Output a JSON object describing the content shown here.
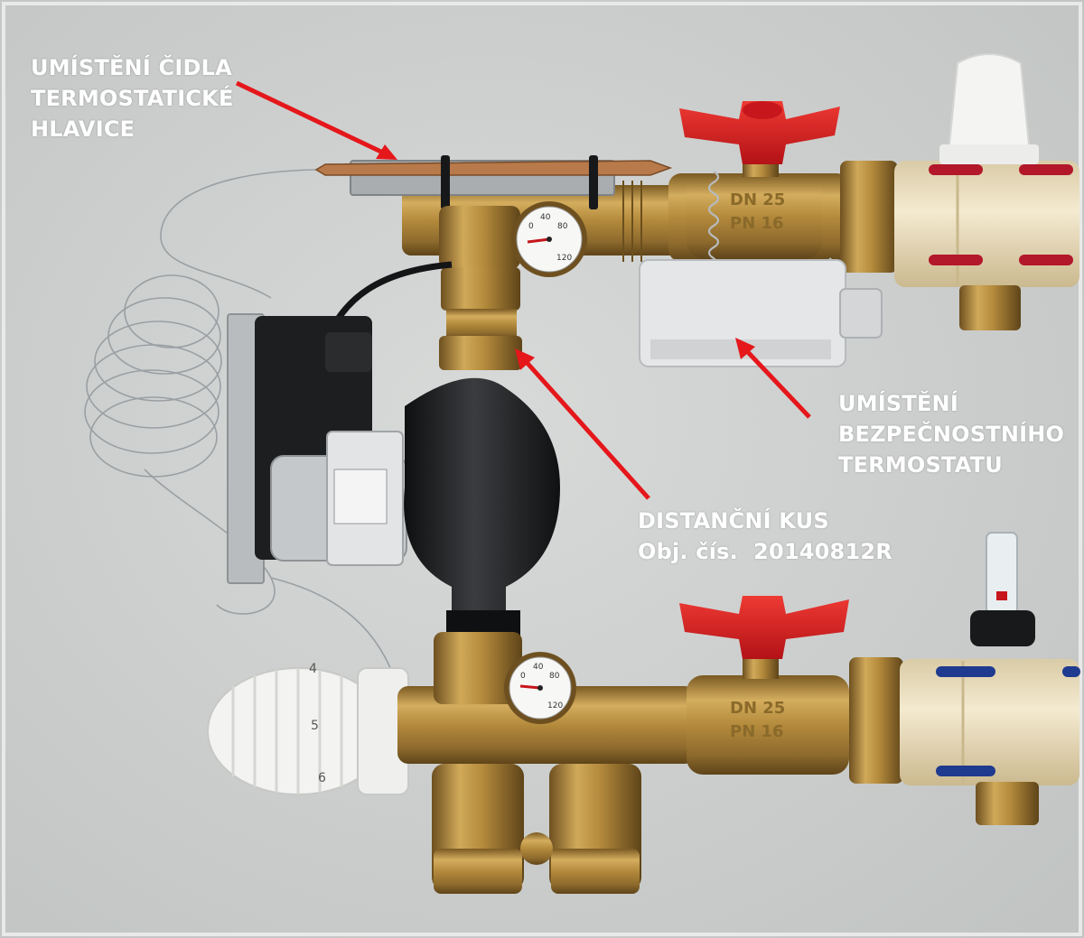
{
  "annotations": {
    "sensor_location": [
      "UMÍSTĚNÍ ČIDLA",
      "TERMOSTATICKÉ",
      "HLAVICE"
    ],
    "safety_thermostat_location": [
      "UMÍSTĚNÍ",
      "BEZPEČNOSTNÍHO",
      "TERMOSTATU"
    ],
    "spacer": [
      "DISTANČNÍ KUS",
      "Obj. čís.  20140812R"
    ]
  },
  "gauge_ticks": [
    "0",
    "40",
    "80",
    "120"
  ],
  "valve_markings": {
    "dn": "DN 25",
    "pn": "PN 16"
  },
  "thermostat_dial": [
    "4",
    "5",
    "6"
  ],
  "colors": {
    "background": "#cfd1d0",
    "brass": "#b48a3c",
    "valve_handle": "#d11b1f",
    "manifold": "#efe3c4",
    "manifold_top_clips": "#b2172a",
    "manifold_bottom_clips": "#1f3b8f",
    "pump": "#1b1c1e",
    "label_text": "#ffffff",
    "arrow": "#e5171b"
  }
}
